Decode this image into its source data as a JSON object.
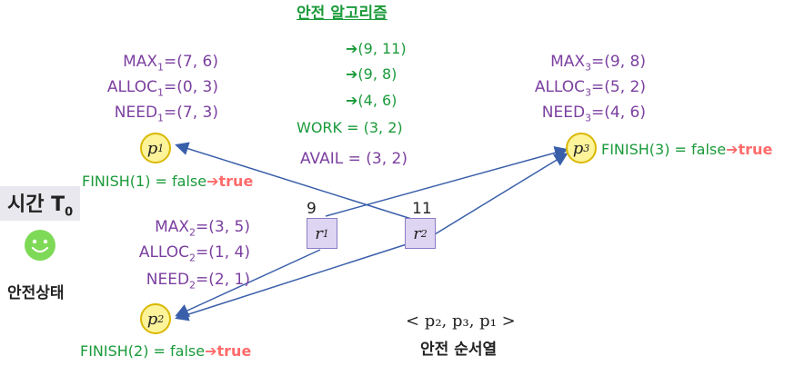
{
  "header": {
    "top_left_partial": "",
    "title": "안전 알고리즘"
  },
  "p1": {
    "max": "MAX",
    "max_val": "=(7, 6)",
    "alloc": "ALLOC",
    "alloc_val": "=(0, 3)",
    "need": "NEED",
    "need_val": "=(7, 3)",
    "sub": "1",
    "finish": "FINISH(1) = false",
    "true_label": "true"
  },
  "p2": {
    "max": "MAX",
    "max_val": "=(3, 5)",
    "alloc": "ALLOC",
    "alloc_val": "=(1, 4)",
    "need": "NEED",
    "need_val": "=(2, 1)",
    "sub": "2",
    "finish": "FINISH(2) = false",
    "true_label": "true"
  },
  "p3": {
    "max": "MAX",
    "max_val": "=(9, 8)",
    "alloc": "ALLOC",
    "alloc_val": "=(5, 2)",
    "need": "NEED",
    "need_val": "=(4, 6)",
    "sub": "3",
    "finish": "FINISH(3) = false",
    "true_label": "true"
  },
  "work_steps": [
    "(9, 11)",
    "(9, 8)",
    "(4, 6)"
  ],
  "work": "WORK = (3, 2)",
  "avail": "AVAIL = (3, 2)",
  "time_label": "시간 T",
  "time_sub": "0",
  "state_label": "안전상태",
  "resources": [
    {
      "label": "r",
      "sub": "1",
      "count": "9"
    },
    {
      "label": "r",
      "sub": "2",
      "count": "11"
    }
  ],
  "process_label": "p",
  "sequence": "< p₂, p₃, p₁ >",
  "sequence_label": "안전 순서열",
  "colors": {
    "process_fill": "#fdf39a",
    "resource_fill": "#ded5f3",
    "arrow": "#3a5faa",
    "green": "#1a9a3a",
    "true_red": "#ff6b6b",
    "purple": "#7b3fa0"
  }
}
